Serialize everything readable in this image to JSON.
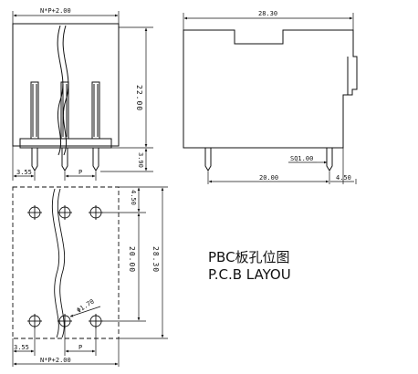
{
  "dims": {
    "top_width": "N*P+2.00",
    "height_22": "22.00",
    "base_390": "3.90",
    "left_355": "3.55",
    "pitch": "P",
    "right_width": "28.30",
    "sq": "SQ1.00",
    "w_20": "20.00",
    "w_450": "4.50",
    "pcb_450": "4.50",
    "pcb_2000": "20.00",
    "pcb_2830": "28.30",
    "hole": "Φ1.70",
    "pcb_355": "3.55",
    "pcb_pitch": "P",
    "bottom_width": "N*P+2.00"
  },
  "labels": {
    "title_cn": "PBC板孔位图",
    "title_en": "P.C.B LAYOU"
  }
}
